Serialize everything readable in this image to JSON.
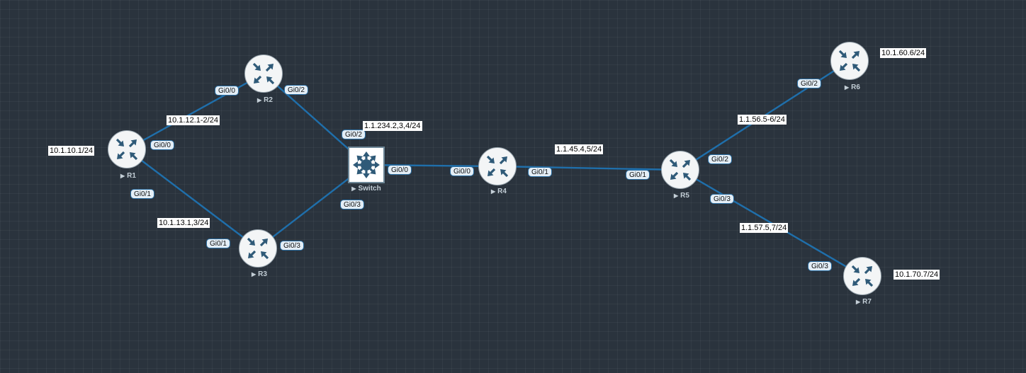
{
  "nodes": {
    "r1": {
      "label": "R1"
    },
    "r2": {
      "label": "R2"
    },
    "r3": {
      "label": "R3"
    },
    "r4": {
      "label": "R4"
    },
    "r5": {
      "label": "R5"
    },
    "r6": {
      "label": "R6"
    },
    "r7": {
      "label": "R7"
    },
    "switch": {
      "label": "Switch"
    }
  },
  "interfaces": {
    "r1_gi00": "Gi0/0",
    "r1_gi01": "Gi0/1",
    "r2_gi00": "Gi0/0",
    "r2_gi02": "Gi0/2",
    "r3_gi01": "Gi0/1",
    "r3_gi03": "Gi0/3",
    "sw_gi02": "Gi0/2",
    "sw_gi00": "Gi0/0",
    "sw_gi03": "Gi0/3",
    "r4_gi00": "Gi0/0",
    "r4_gi01": "Gi0/1",
    "r5_gi01": "Gi0/1",
    "r5_gi02": "Gi0/2",
    "r5_gi03": "Gi0/3",
    "r6_gi02": "Gi0/2",
    "r7_gi03": "Gi0/3"
  },
  "networks": {
    "r1_lan": "10.1.10.1/24",
    "r1_r2": "10.1.12.1-2/24",
    "r1_r3": "10.1.13.1,3/24",
    "sw_segment": "1.1.234.2,3,4/24",
    "r4_r5": "1.1.45.4,5/24",
    "r5_r6": "1.1.56.5-6/24",
    "r5_r7": "1.1.57.5,7/24",
    "r6_lan": "10.1.60.6/24",
    "r7_lan": "10.1.70.7/24"
  },
  "colors": {
    "background": "#2a333d",
    "link": "#1f6fab",
    "icon": "#2f5a78"
  },
  "icons": {
    "router": "router-arrows-icon",
    "switch": "layer3-switch-icon",
    "start": "play-triangle-icon"
  }
}
